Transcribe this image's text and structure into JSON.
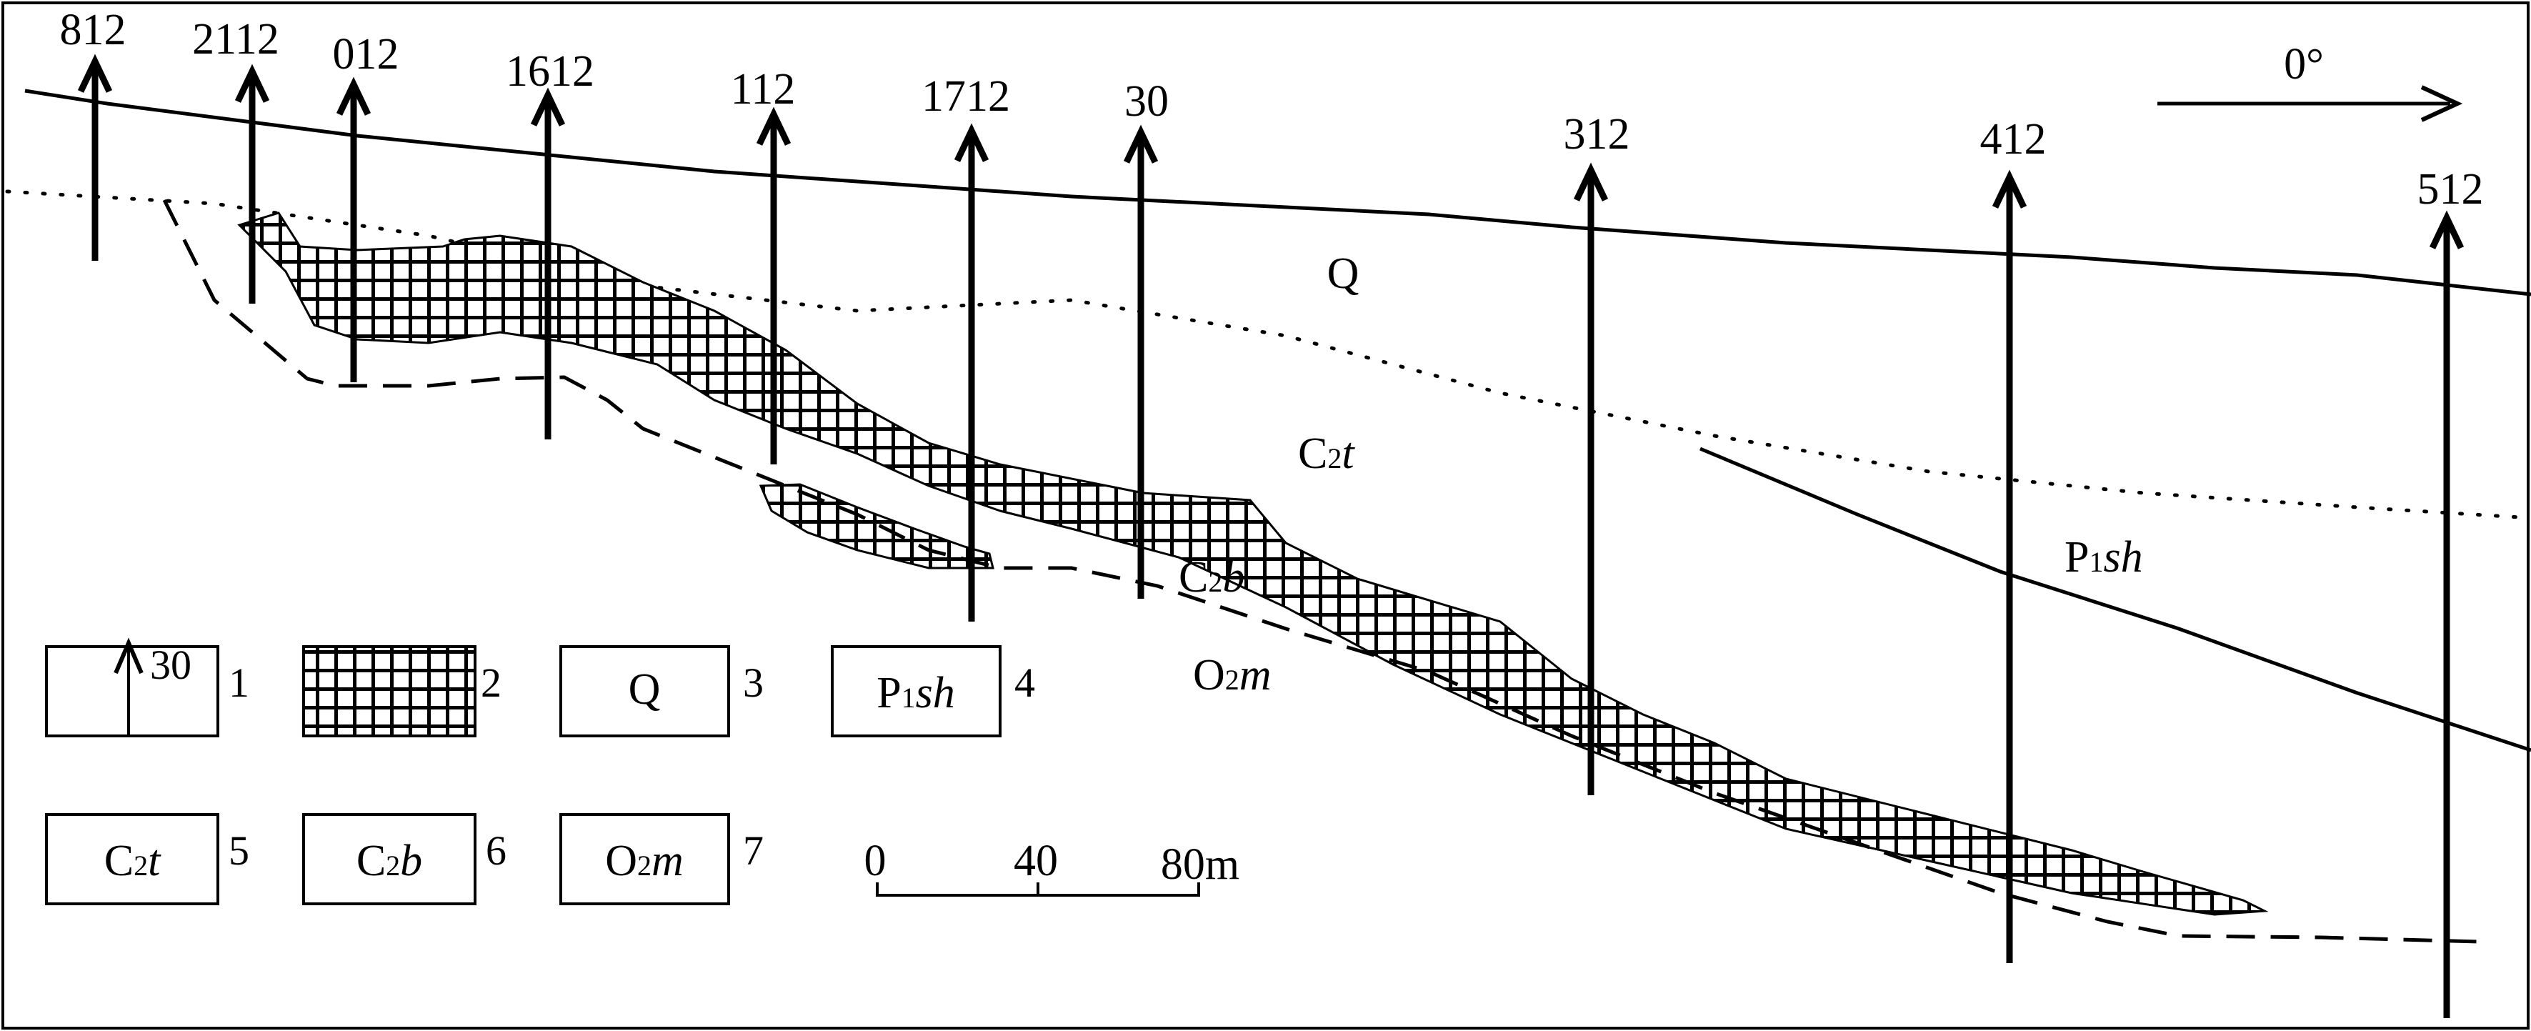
{
  "figure": {
    "orientation_label": "0°",
    "drill_holes": [
      {
        "id": "812"
      },
      {
        "id": "2112"
      },
      {
        "id": "012"
      },
      {
        "id": "1612"
      },
      {
        "id": "112"
      },
      {
        "id": "1712"
      },
      {
        "id": "30"
      },
      {
        "id": "312"
      },
      {
        "id": "412"
      },
      {
        "id": "512"
      }
    ],
    "strata_labels": {
      "q": "Q",
      "c2t": {
        "main": "C",
        "sub": "2",
        "rest": "t"
      },
      "c2b": {
        "main": "C",
        "sub": "2",
        "rest": "b"
      },
      "o2m": {
        "main": "O",
        "sub": "2",
        "rest": "m"
      },
      "p1sh": {
        "main": "P",
        "sub": "1",
        "rest": "sh"
      }
    },
    "legend": [
      {
        "num": "1",
        "text": "30",
        "type": "drill-hole"
      },
      {
        "num": "2",
        "text": "",
        "type": "ore-body-pattern"
      },
      {
        "num": "3",
        "text": "Q"
      },
      {
        "num": "4",
        "main": "P",
        "sub": "1",
        "rest": "sh"
      },
      {
        "num": "5",
        "main": "C",
        "sub": "2",
        "rest": "t"
      },
      {
        "num": "6",
        "main": "C",
        "sub": "2",
        "rest": "b"
      },
      {
        "num": "7",
        "main": "O",
        "sub": "2",
        "rest": "m"
      }
    ],
    "scale_bar": {
      "ticks": [
        "0",
        "40",
        "80m"
      ]
    }
  }
}
